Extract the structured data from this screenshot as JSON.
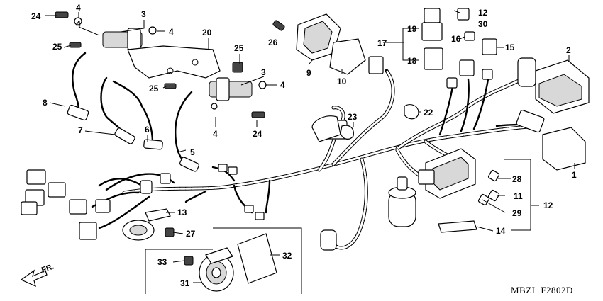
{
  "diagram": {
    "drawing_code": "MBZI−F2802D",
    "direction_label": "FR.",
    "callouts": [
      {
        "id": "c1",
        "text": "1"
      },
      {
        "id": "c2",
        "text": "2"
      },
      {
        "id": "c3a",
        "text": "3"
      },
      {
        "id": "c3b",
        "text": "3"
      },
      {
        "id": "c4a",
        "text": "4"
      },
      {
        "id": "c4b",
        "text": "4"
      },
      {
        "id": "c4c",
        "text": "4"
      },
      {
        "id": "c4d",
        "text": "4"
      },
      {
        "id": "c5",
        "text": "5"
      },
      {
        "id": "c6",
        "text": "6"
      },
      {
        "id": "c7",
        "text": "7"
      },
      {
        "id": "c8",
        "text": "8"
      },
      {
        "id": "c9",
        "text": "9"
      },
      {
        "id": "c10",
        "text": "10"
      },
      {
        "id": "c11",
        "text": "11"
      },
      {
        "id": "c12a",
        "text": "12"
      },
      {
        "id": "c12b",
        "text": "12"
      },
      {
        "id": "c13",
        "text": "13"
      },
      {
        "id": "c14",
        "text": "14"
      },
      {
        "id": "c15",
        "text": "15"
      },
      {
        "id": "c16",
        "text": "16"
      },
      {
        "id": "c17",
        "text": "17"
      },
      {
        "id": "c18",
        "text": "18"
      },
      {
        "id": "c19",
        "text": "19"
      },
      {
        "id": "c20",
        "text": "20"
      },
      {
        "id": "c22",
        "text": "22"
      },
      {
        "id": "c23",
        "text": "23"
      },
      {
        "id": "c24a",
        "text": "24"
      },
      {
        "id": "c24b",
        "text": "24"
      },
      {
        "id": "c25a",
        "text": "25"
      },
      {
        "id": "c25b",
        "text": "25"
      },
      {
        "id": "c25c",
        "text": "25"
      },
      {
        "id": "c26",
        "text": "26"
      },
      {
        "id": "c27",
        "text": "27"
      },
      {
        "id": "c28",
        "text": "28"
      },
      {
        "id": "c29",
        "text": "29"
      },
      {
        "id": "c30",
        "text": "30"
      },
      {
        "id": "c31",
        "text": "31"
      },
      {
        "id": "c32",
        "text": "32"
      },
      {
        "id": "c33",
        "text": "33"
      }
    ]
  }
}
